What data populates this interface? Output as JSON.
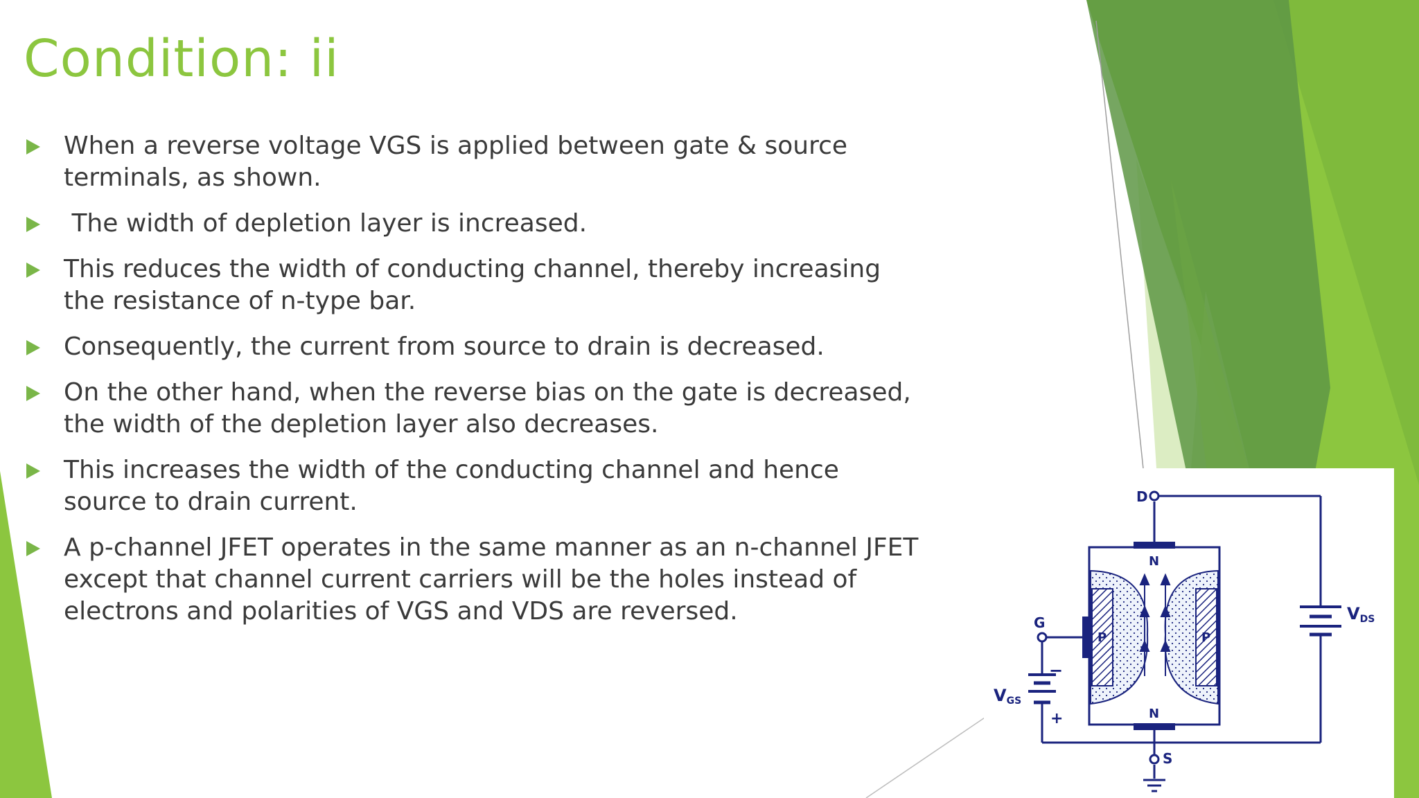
{
  "slide": {
    "title": "Condition: ii",
    "bullets": [
      "When a reverse voltage VGS is applied between gate & source terminals, as shown.",
      " The width of depletion layer is increased.",
      "This reduces the width of conducting channel, thereby increasing the resistance of n-type bar.",
      "Consequently, the current from source to drain is decreased.",
      "On the other hand, when the reverse bias on the gate is decreased, the width of the depletion layer also decreases.",
      "This increases the width of the conducting channel and hence source to drain current.",
      "A p-channel JFET operates in the same manner as an n-channel JFET except that channel current carriers will be the holes instead of electrons and polarities of VGS and VDS are reversed."
    ]
  },
  "diagram": {
    "labels": {
      "drain": "D",
      "source": "S",
      "gate": "G",
      "n_top": "N",
      "n_bottom": "N",
      "p_left": "P",
      "p_right": "P",
      "vgs": "V",
      "vgs_sub": "GS",
      "vds": "V",
      "vds_sub": "DS",
      "minus": "−",
      "plus": "+"
    }
  },
  "colors": {
    "accent": "#8cc63f",
    "circuit": "#1a237e",
    "text": "#3a3a3a"
  }
}
